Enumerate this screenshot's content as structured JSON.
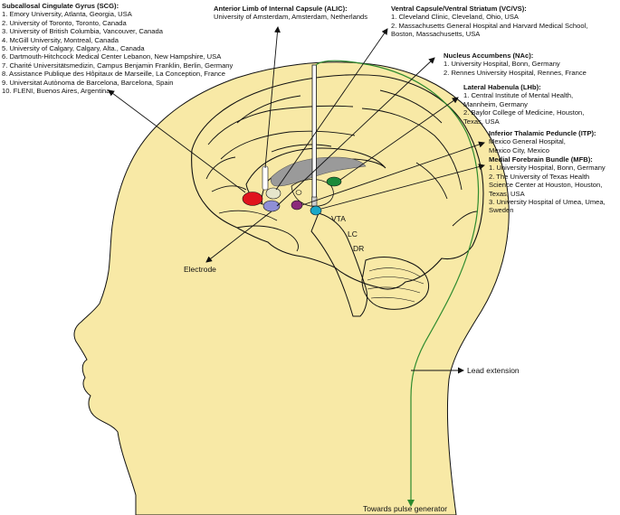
{
  "colors": {
    "head": "#f8e9a6",
    "outline": "#111111",
    "lead_line": "#2e8b2e",
    "ventricle": "#9a9a9a",
    "targets": {
      "scg": "#e0141e",
      "alic_pale": "#e6e6cc",
      "vc_vs_blue": "#8f8fd6",
      "nac": "#8b2a7a",
      "itp": "#1aa8c8",
      "lhb": "#1c8a3a"
    }
  },
  "targets": {
    "scg": {
      "title": "Subcallosal Cingulate Gyrus (SCG):",
      "items": [
        "1. Emory University, Atlanta, Georgia, USA",
        "2. University of Toronto, Toronto, Canada",
        "3. University of British Columbia, Vancouver, Canada",
        "4. McGill University, Montreal, Canada",
        "5. University of Calgary, Calgary, Alta., Canada",
        "6. Dartmouth-Hitchcock Medical Center Lebanon, New Hampshire, USA",
        "7. Charité Universitätsmedizin, Campus Benjamin Franklin, Berlin, Germany",
        "8. Assistance Publique des Hôpitaux de Marseille, La Conception, France",
        "9. Universitat Autònoma de Barcelona, Barcelona, Spain",
        "10. FLENI, Buenos Aires, Argentina"
      ]
    },
    "alic": {
      "title": "Anterior Limb of Internal Capsule (ALIC):",
      "items": [
        "University of Amsterdam, Amsterdam, Netherlands"
      ]
    },
    "vc_vs": {
      "title": "Ventral Capsule/Ventral Striatum (VC/VS):",
      "items": [
        "1. Cleveland Clinic, Cleveland, Ohio, USA",
        "2. Massachusetts General Hospital and Harvard Medical School,",
        "Boston, Massachusetts, USA"
      ]
    },
    "nac": {
      "title": "Nucleus Accumbens (NAc):",
      "items": [
        "1. University Hospital, Bonn, Germany",
        "2. Rennes University Hospital, Rennes, France"
      ]
    },
    "lhb": {
      "title": "Lateral Habenula (LHb):",
      "items": [
        "1. Central Institute of Mental Health,",
        "Mannheim, Germany",
        "2. Baylor College of Medicine, Houston,",
        "Texas, USA"
      ]
    },
    "itp": {
      "title": "Inferior Thalamic Peduncle (ITP):",
      "items": [
        "Mexico General Hospital,",
        "Mexico City, Mexico"
      ]
    },
    "mfb": {
      "title": "Medial Forebrain Bundle (MFB):",
      "items": [
        "1. University Hospital, Bonn, Germany",
        "2. The University of Texas Health",
        "Science Center at Houston, Houston,",
        "Texas, USA",
        "3. University Hospital of Umea, Umea,",
        "Sweden"
      ]
    }
  },
  "labels": {
    "vta": "VTA",
    "lc": "LC",
    "dr": "DR",
    "electrode": "Electrode",
    "lead_extension": "Lead extension",
    "pulse_generator": "Towards pulse generator"
  }
}
